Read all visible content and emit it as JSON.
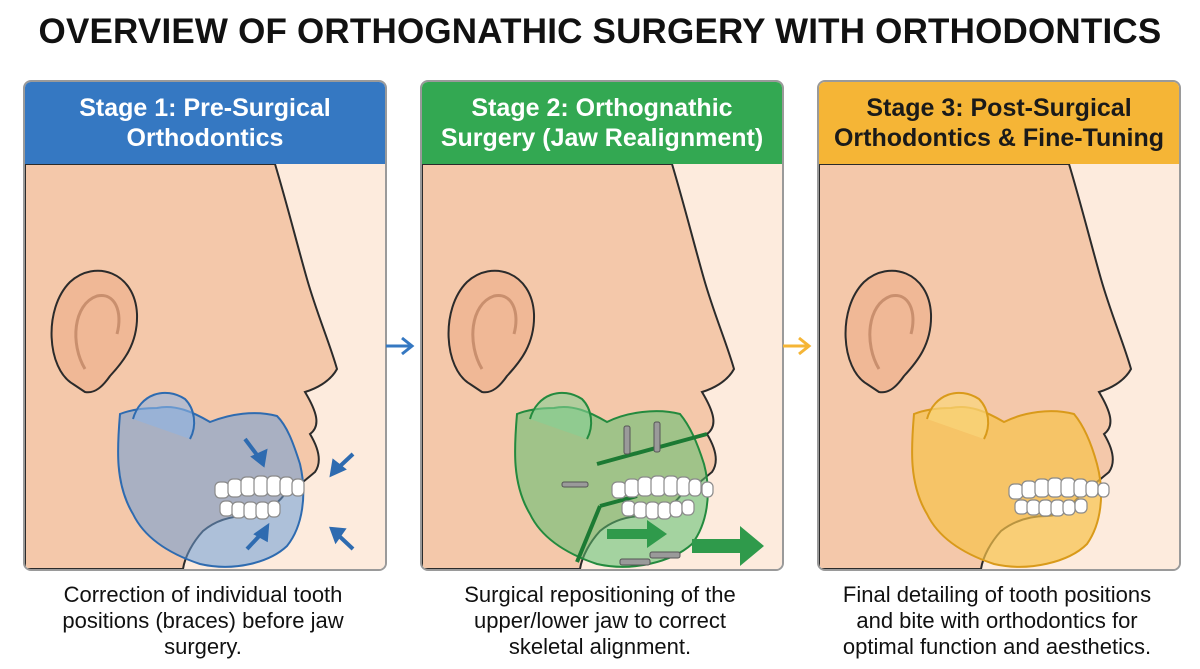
{
  "title": "OVERVIEW OF ORTHOGNATHIC SURGERY WITH ORTHODONTICS",
  "colors": {
    "stage1": "#3578c2",
    "stage2": "#33a852",
    "stage3": "#f5b536",
    "skin": "#f4c8aa",
    "skin_outline": "#2b2b2b"
  },
  "stages": [
    {
      "header_line1": "Stage 1: Pre-Surgical",
      "header_line2": "Orthodontics",
      "caption_line1": "Correction of individual tooth",
      "caption_line2": "positions (braces) before jaw",
      "caption_line3": "surgery."
    },
    {
      "header_line1": "Stage 2: Orthognathic",
      "header_line2": "Surgery (Jaw Realignment)",
      "caption_line1": "Surgical repositioning of the",
      "caption_line2": "upper/lower jaw to correct",
      "caption_line3": "skeletal alignment."
    },
    {
      "header_line1": "Stage 3: Post-Surgical",
      "header_line2": "Orthodontics & Fine-Tuning",
      "caption_line1": "Final detailing of tooth positions",
      "caption_line2": "and bite with orthodontics for",
      "caption_line3": "optimal function and aesthetics."
    }
  ]
}
